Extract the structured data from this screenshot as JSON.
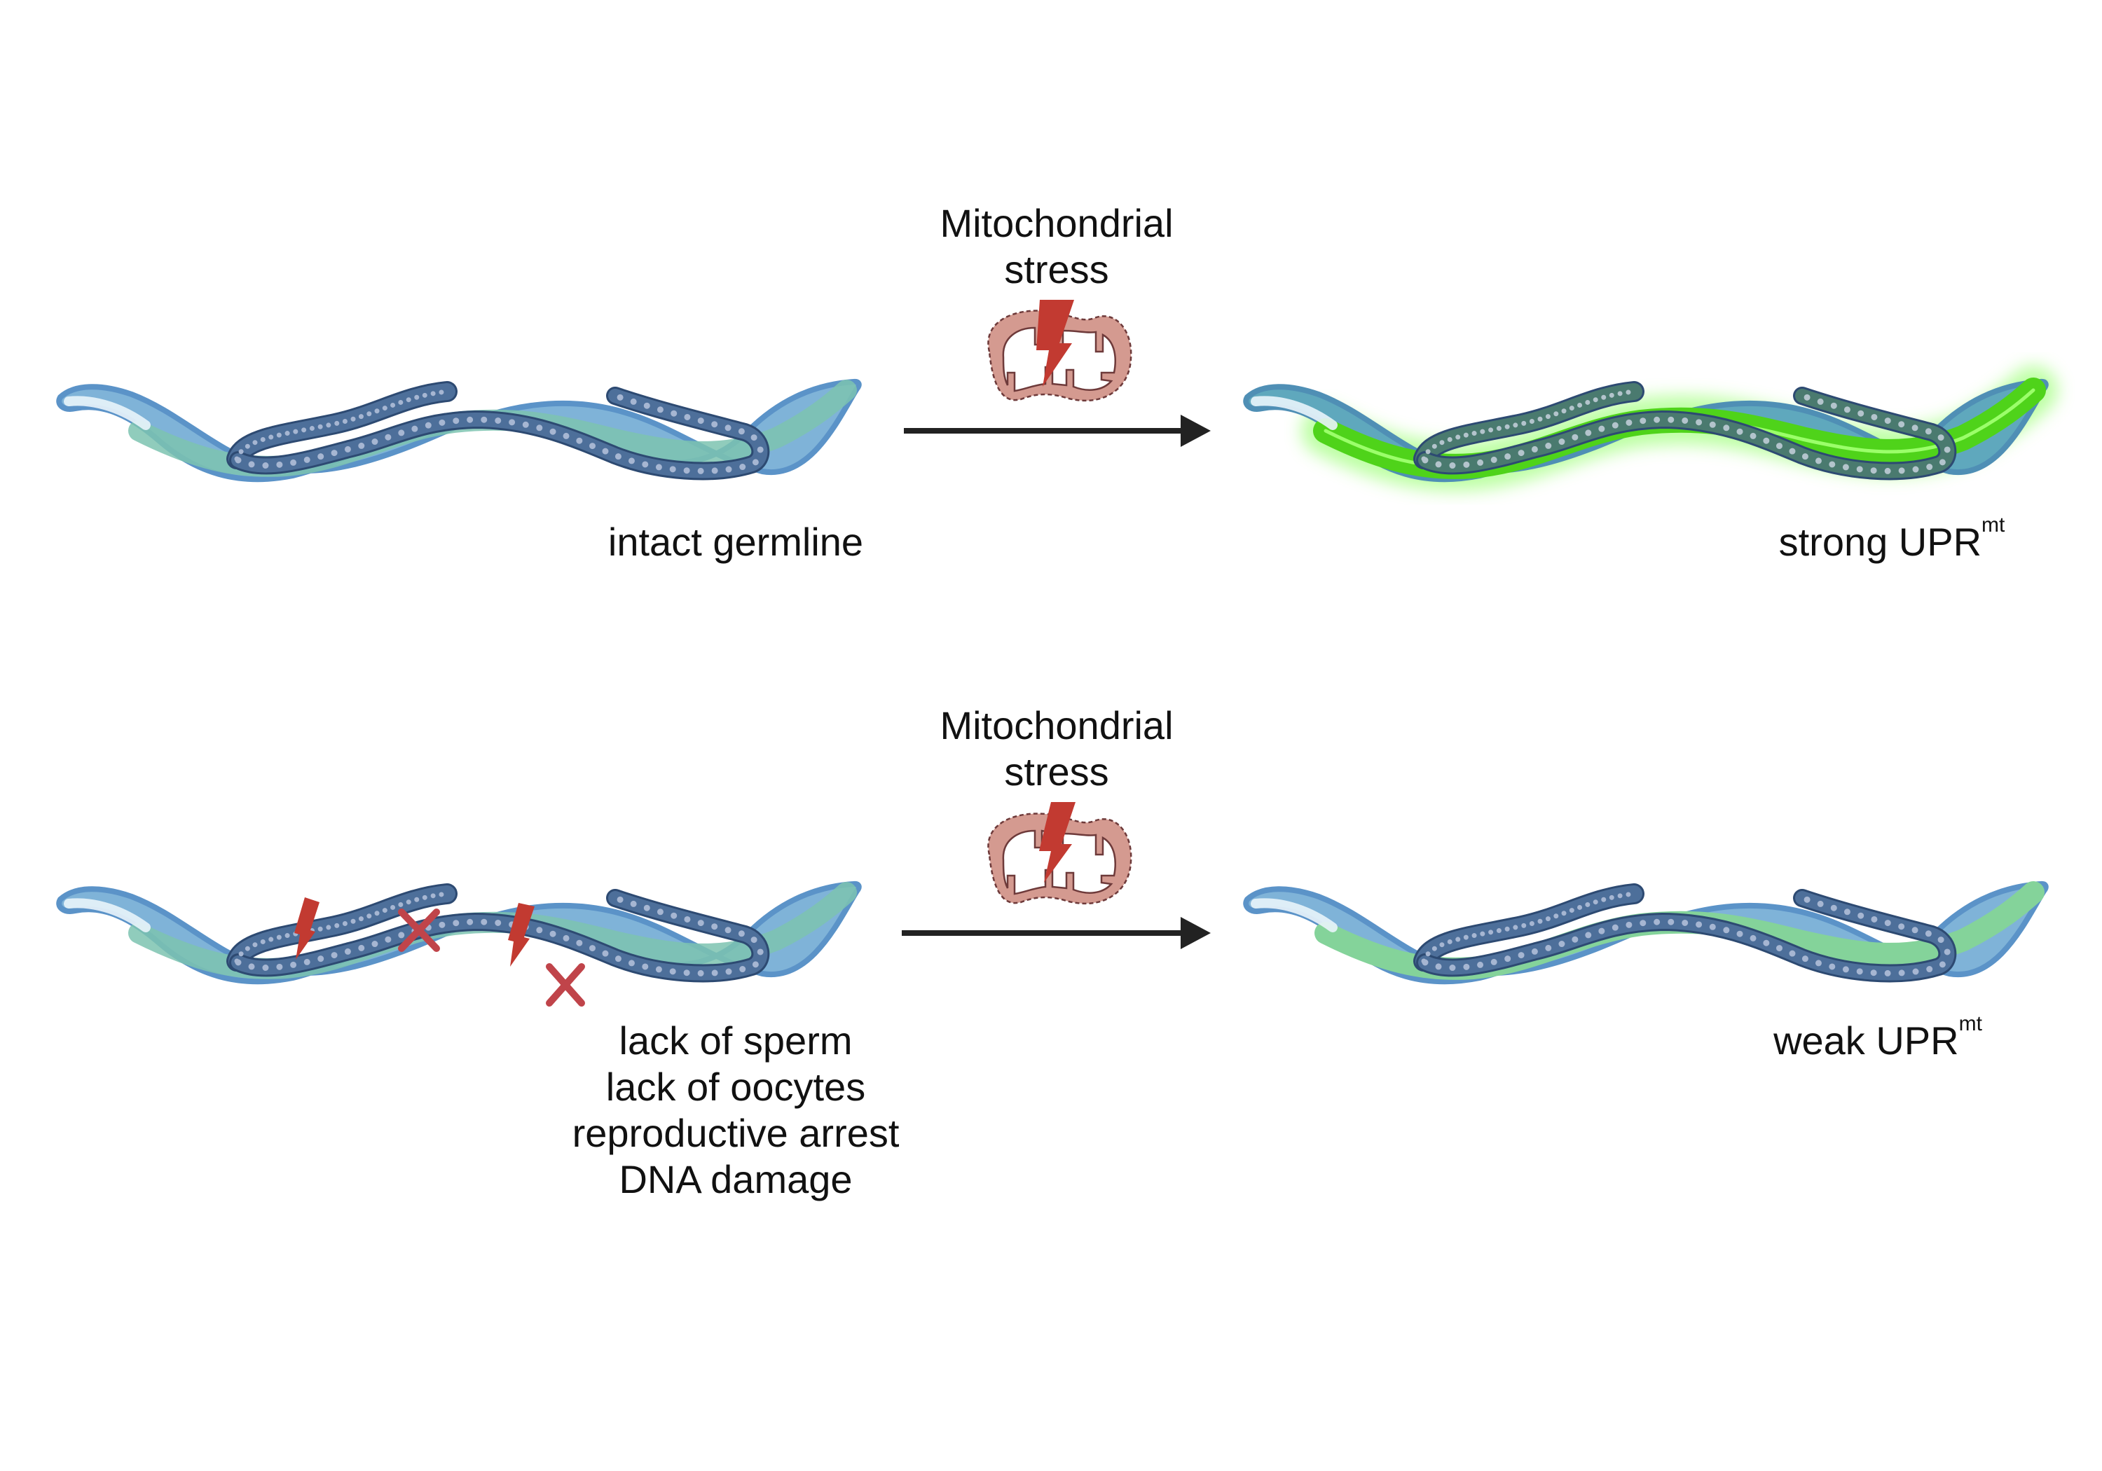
{
  "figure": {
    "rows": [
      {
        "id": "control",
        "stress_label_line1": "Mitochondrial",
        "stress_label_line2": "stress",
        "left_label_lines": [
          "intact germline"
        ],
        "right_label_main": "strong UPR",
        "right_label_sup": "mt",
        "right_worm_fluorescence": "strong"
      },
      {
        "id": "germline-defect",
        "stress_label_line1": "Mitochondrial",
        "stress_label_line2": "stress",
        "left_label_lines": [
          "lack of sperm",
          "lack of oocytes",
          "reproductive arrest",
          "DNA damage"
        ],
        "right_label_main": "weak UPR",
        "right_label_sup": "mt",
        "right_worm_fluorescence": "weak"
      }
    ],
    "icons": {
      "stress": "lightning-bolt-icon",
      "organelle": "mitochondrion-icon",
      "defect": "red-x-icon",
      "worm": "c-elegans-worm"
    },
    "colors": {
      "worm_outline": "#5b93c8",
      "worm_body": "#7fb3d8",
      "gut_teal": "#7cc3b0",
      "gonad": "#4d6f9a",
      "gonad_outline": "#2d4a72",
      "germ_cell": "#a6b6d2",
      "gfp_strong": "#4fd31a",
      "gfp_weak": "#84d39a",
      "mito_fill": "#d49a90",
      "mito_outline": "#6e3a3a",
      "bolt": "#c23a31",
      "cross": "#c0444a",
      "arrow": "#222222"
    }
  }
}
